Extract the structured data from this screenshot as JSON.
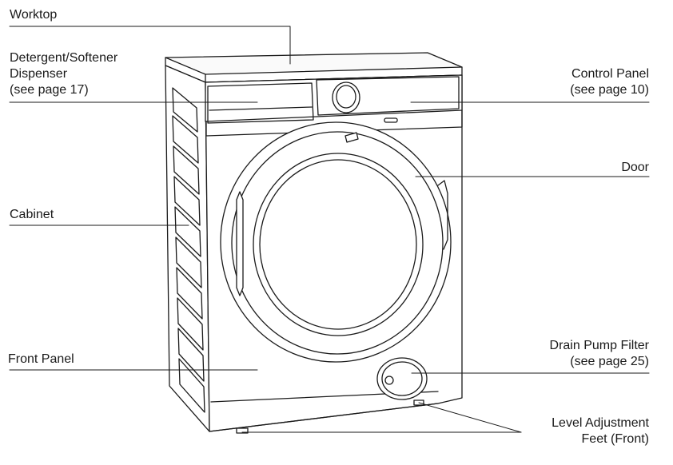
{
  "labels": {
    "worktop": "Worktop",
    "detergent": {
      "line1": "Detergent/Softener",
      "line2": "Dispenser",
      "line3": "(see page 17)"
    },
    "cabinet": "Cabinet",
    "front_panel": "Front Panel",
    "control_panel": {
      "line1": "Control Panel",
      "line2": "(see page 10)"
    },
    "door": "Door",
    "drain_pump_filter": {
      "line1": "Drain Pump Filter",
      "line2": "(see page 25)"
    },
    "level_adjustment": {
      "line1": "Level Adjustment",
      "line2": "Feet (Front)"
    }
  }
}
